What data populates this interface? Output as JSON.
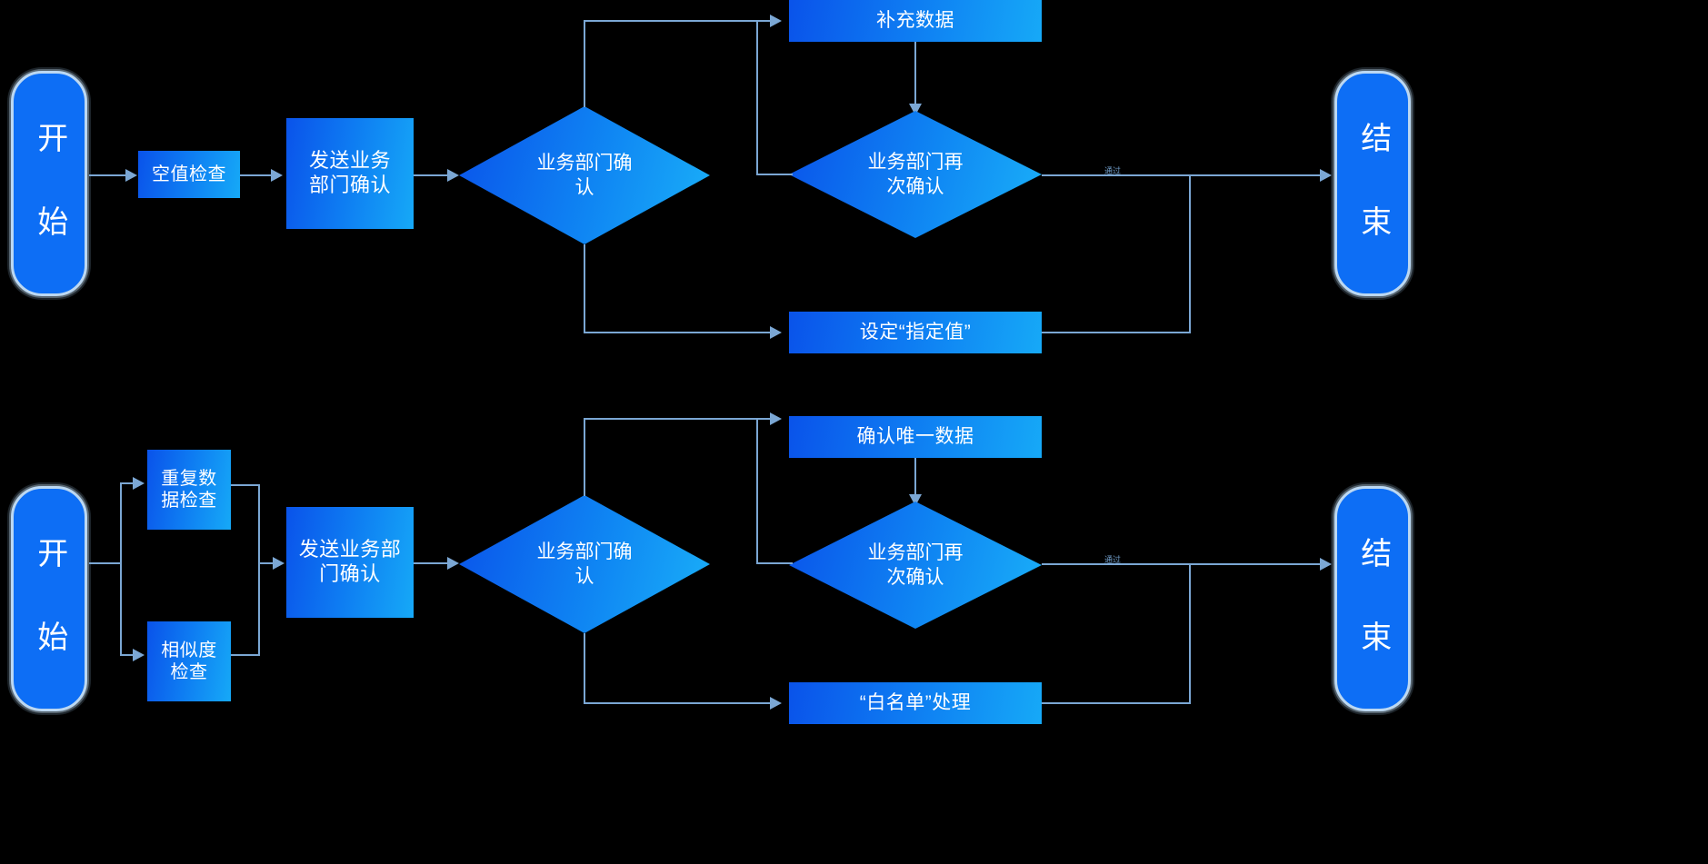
{
  "diagram": {
    "type": "flowchart",
    "background": "#000000",
    "accent_dark": "#0a53ea",
    "accent_light": "#16a9f7",
    "connector_color": "#7ba7d4",
    "text_color": "#ffffff",
    "flows": [
      {
        "id": "null-value-check-flow",
        "nodes": {
          "start": "开 始",
          "null_check": "空值检查",
          "send_confirm": "发送业务\n部门确认",
          "decision_1": "业务部门确\n认",
          "supplement_data": "补充数据",
          "decision_2": "业务部门再\n次确认",
          "set_specified_value": "设定“指定值”",
          "end": "结 束"
        },
        "edge_labels": {
          "to_end_1": "通过"
        }
      },
      {
        "id": "duplicate-data-check-flow",
        "nodes": {
          "start": "开 始",
          "duplicate_check": "重复数\n据检查",
          "similarity_check": "相似度\n检查",
          "send_confirm": "发送业务部\n门确认",
          "decision_1": "业务部门确\n认",
          "confirm_unique_data": "确认唯一数据",
          "decision_2": "业务部门再\n次确认",
          "whitelist_handling": "“白名单”处理",
          "end": "结 束"
        },
        "edge_labels": {
          "to_end_2": "通过"
        }
      }
    ]
  }
}
